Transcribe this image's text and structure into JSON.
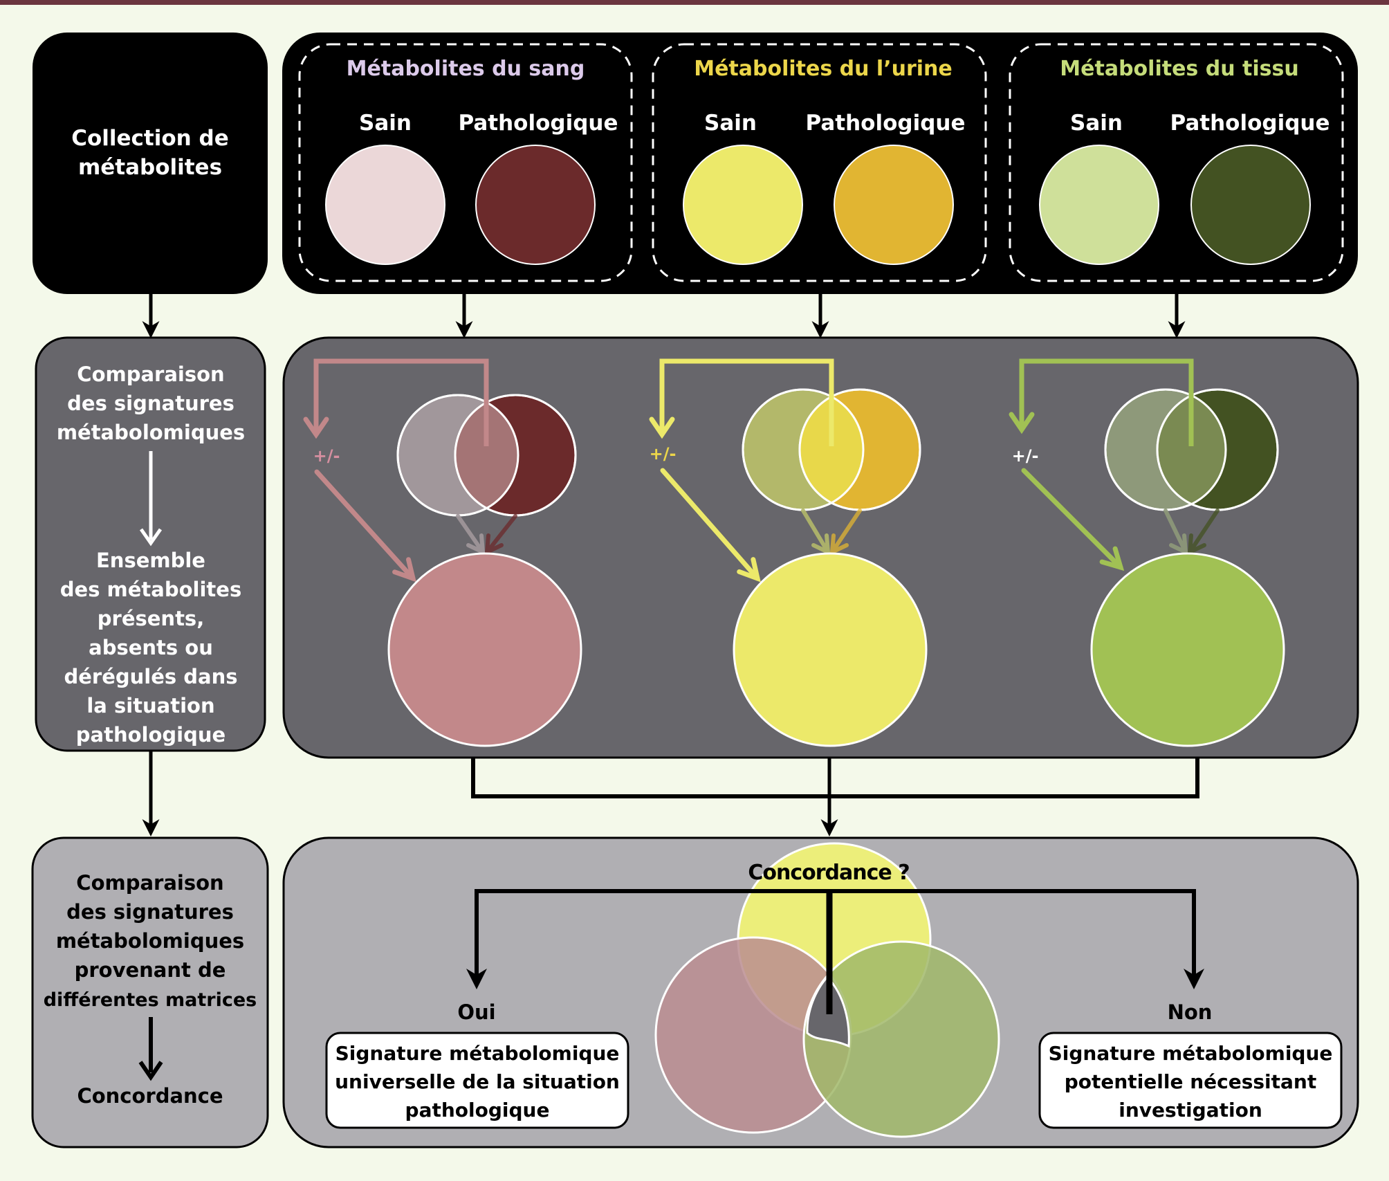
{
  "colors": {
    "background": "#f4f9ea",
    "top_stripe": "#6b3640",
    "panel_black": "#000000",
    "panel_dark_grey": "#67666b",
    "panel_light_grey": "#b0afb3",
    "sang_title": "#dccaea",
    "urine_title": "#ecd64a",
    "tissu_title": "#c5dc7a"
  },
  "steps": {
    "collection": {
      "lines": [
        "Collection de",
        "métabolites"
      ]
    },
    "comparison": {
      "top_lines": [
        "Comparaison",
        "des signatures",
        "métabolomiques"
      ],
      "bottom_lines": [
        "Ensemble",
        "des métabolites",
        "présents,",
        "absents ou",
        "dérégulés dans",
        "la situation",
        "pathologique"
      ]
    },
    "concordance": {
      "top_lines": [
        "Comparaison",
        "des signatures",
        "métabolomiques",
        "provenant de",
        "différentes matrices"
      ],
      "bottom_label": "Concordance"
    }
  },
  "matrices": [
    {
      "id": "sang",
      "title": "Métabolites du sang",
      "healthy_label": "Sain",
      "pathologic_label": "Pathologique",
      "healthy_color": "#ebd7d8",
      "pathologic_color": "#6b2a2b",
      "overlap_healthy_color": "#a1979b",
      "overlap_mid_color": "#a47475",
      "result_color": "#c2888a",
      "accent_color": "#c2888a",
      "delta_label": "+/-",
      "delta_color": "#d68fa0"
    },
    {
      "id": "urine",
      "title": "Métabolites du l’urine",
      "healthy_label": "Sain",
      "pathologic_label": "Pathologique",
      "healthy_color": "#ece96a",
      "pathologic_color": "#e1b532",
      "overlap_healthy_color": "#b3b86a",
      "overlap_mid_color": "#e8d84a",
      "result_color": "#ece96a",
      "accent_color": "#ece96a",
      "delta_label": "+/-",
      "delta_color": "#ecd64a"
    },
    {
      "id": "tissu",
      "title": "Métabolites du tissu",
      "healthy_label": "Sain",
      "pathologic_label": "Pathologique",
      "healthy_color": "#cfe09a",
      "pathologic_color": "#435222",
      "overlap_healthy_color": "#8e997a",
      "overlap_mid_color": "#7a8a52",
      "result_color": "#a1c154",
      "accent_color": "#a1c154",
      "delta_label": "+/-",
      "delta_color": "#ffffff"
    }
  ],
  "concordance": {
    "question": "Concordance ?",
    "yes_label": "Oui",
    "no_label": "Non",
    "yes_result_lines": [
      "Signature métabolomique",
      "universelle de la situation",
      "pathologique"
    ],
    "no_result_lines": [
      "Signature métabolomique",
      "potentielle nécessitant",
      "investigation"
    ],
    "venn_colors": {
      "urine": "#ecee7a",
      "sang": "#bb8d90",
      "tissu": "#a1b96a",
      "sang_urine": "#c99d80",
      "urine_tissu": "#bcd662",
      "sang_tissu": "#98a462",
      "center": "#67666b"
    }
  }
}
